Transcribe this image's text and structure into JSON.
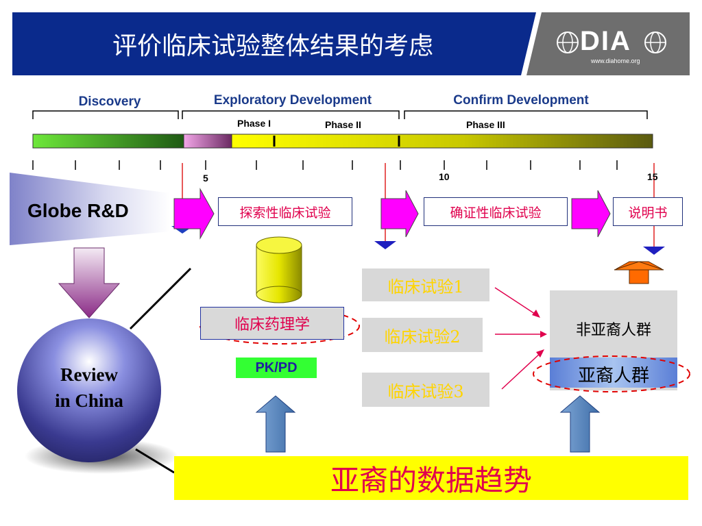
{
  "title": "评价临床试验整体结果的考虑",
  "logo": {
    "name": "DIA",
    "url": "www.diahome.org"
  },
  "phases": {
    "discovery": "Discovery",
    "exploratory": "Exploratory Development",
    "confirm": "Confirm Development",
    "phase1": "Phase I",
    "phase2": "Phase II",
    "phase3": "Phase III"
  },
  "years": [
    "5",
    "10",
    "15"
  ],
  "flow": {
    "globe": "Globe R&D",
    "exploratory_trial": "探索性临床试验",
    "confirmatory_trial": "确证性临床试验",
    "label_doc": "说明书"
  },
  "review": {
    "line1": "Review",
    "line2": "in China"
  },
  "pharm": {
    "label": "临床药理学",
    "pkpd": "PK/PD"
  },
  "trials": [
    "临床试验1",
    "临床试验2",
    "临床试验3"
  ],
  "population": {
    "non_asian": "非亚裔人群",
    "asian": "亚裔人群"
  },
  "bottom": "亚裔的数据趋势",
  "colors": {
    "header_blue": "#0a2a8c",
    "magenta": "#ff00ff",
    "trial_text": "#ffd400",
    "bottom_bg": "#ffff00",
    "red_text": "#e0004d"
  }
}
